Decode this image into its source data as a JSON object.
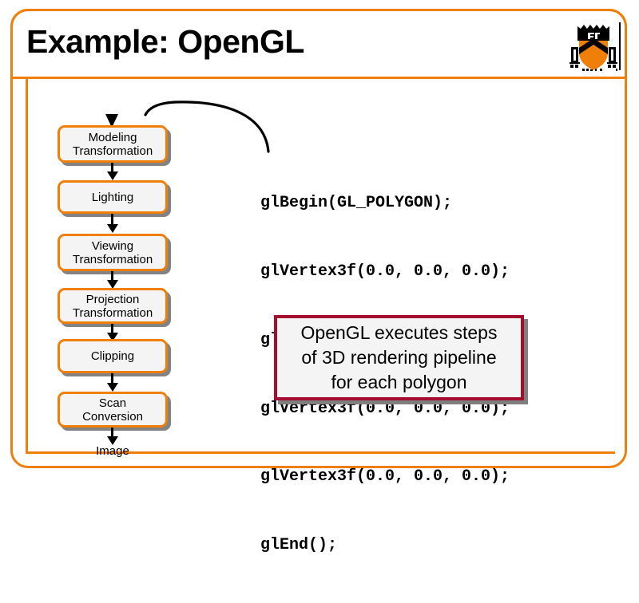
{
  "slide": {
    "title": "Example: OpenGL",
    "logo_name": "princeton-shield-logo",
    "accent_orange": "#f07f09",
    "callout_border": "#a50d2e",
    "box_fill": "#f4f4f4",
    "shadow_color": "#838383"
  },
  "pipeline": {
    "steps": [
      {
        "id": "modeling",
        "line1": "Modeling",
        "line2": "Transformation"
      },
      {
        "id": "lighting",
        "line1": "Lighting",
        "line2": ""
      },
      {
        "id": "viewing",
        "line1": "Viewing",
        "line2": "Transformation"
      },
      {
        "id": "projection",
        "line1": "Projection",
        "line2": "Transformation"
      },
      {
        "id": "clipping",
        "line1": "Clipping",
        "line2": ""
      },
      {
        "id": "scan",
        "line1": "Scan",
        "line2": "Conversion"
      }
    ],
    "output_label": "Image"
  },
  "code": {
    "lines": [
      "glBegin(GL_POLYGON);",
      "glVertex3f(0.0, 0.0, 0.0);",
      "glVertex3f(0.0, 0.0, 0.0);",
      "glVertex3f(0.0, 0.0, 0.0);",
      "glVertex3f(0.0, 0.0, 0.0);",
      "glEnd();"
    ]
  },
  "callout": {
    "lines": [
      "OpenGL executes steps",
      "of 3D rendering pipeline",
      "for each polygon"
    ]
  }
}
